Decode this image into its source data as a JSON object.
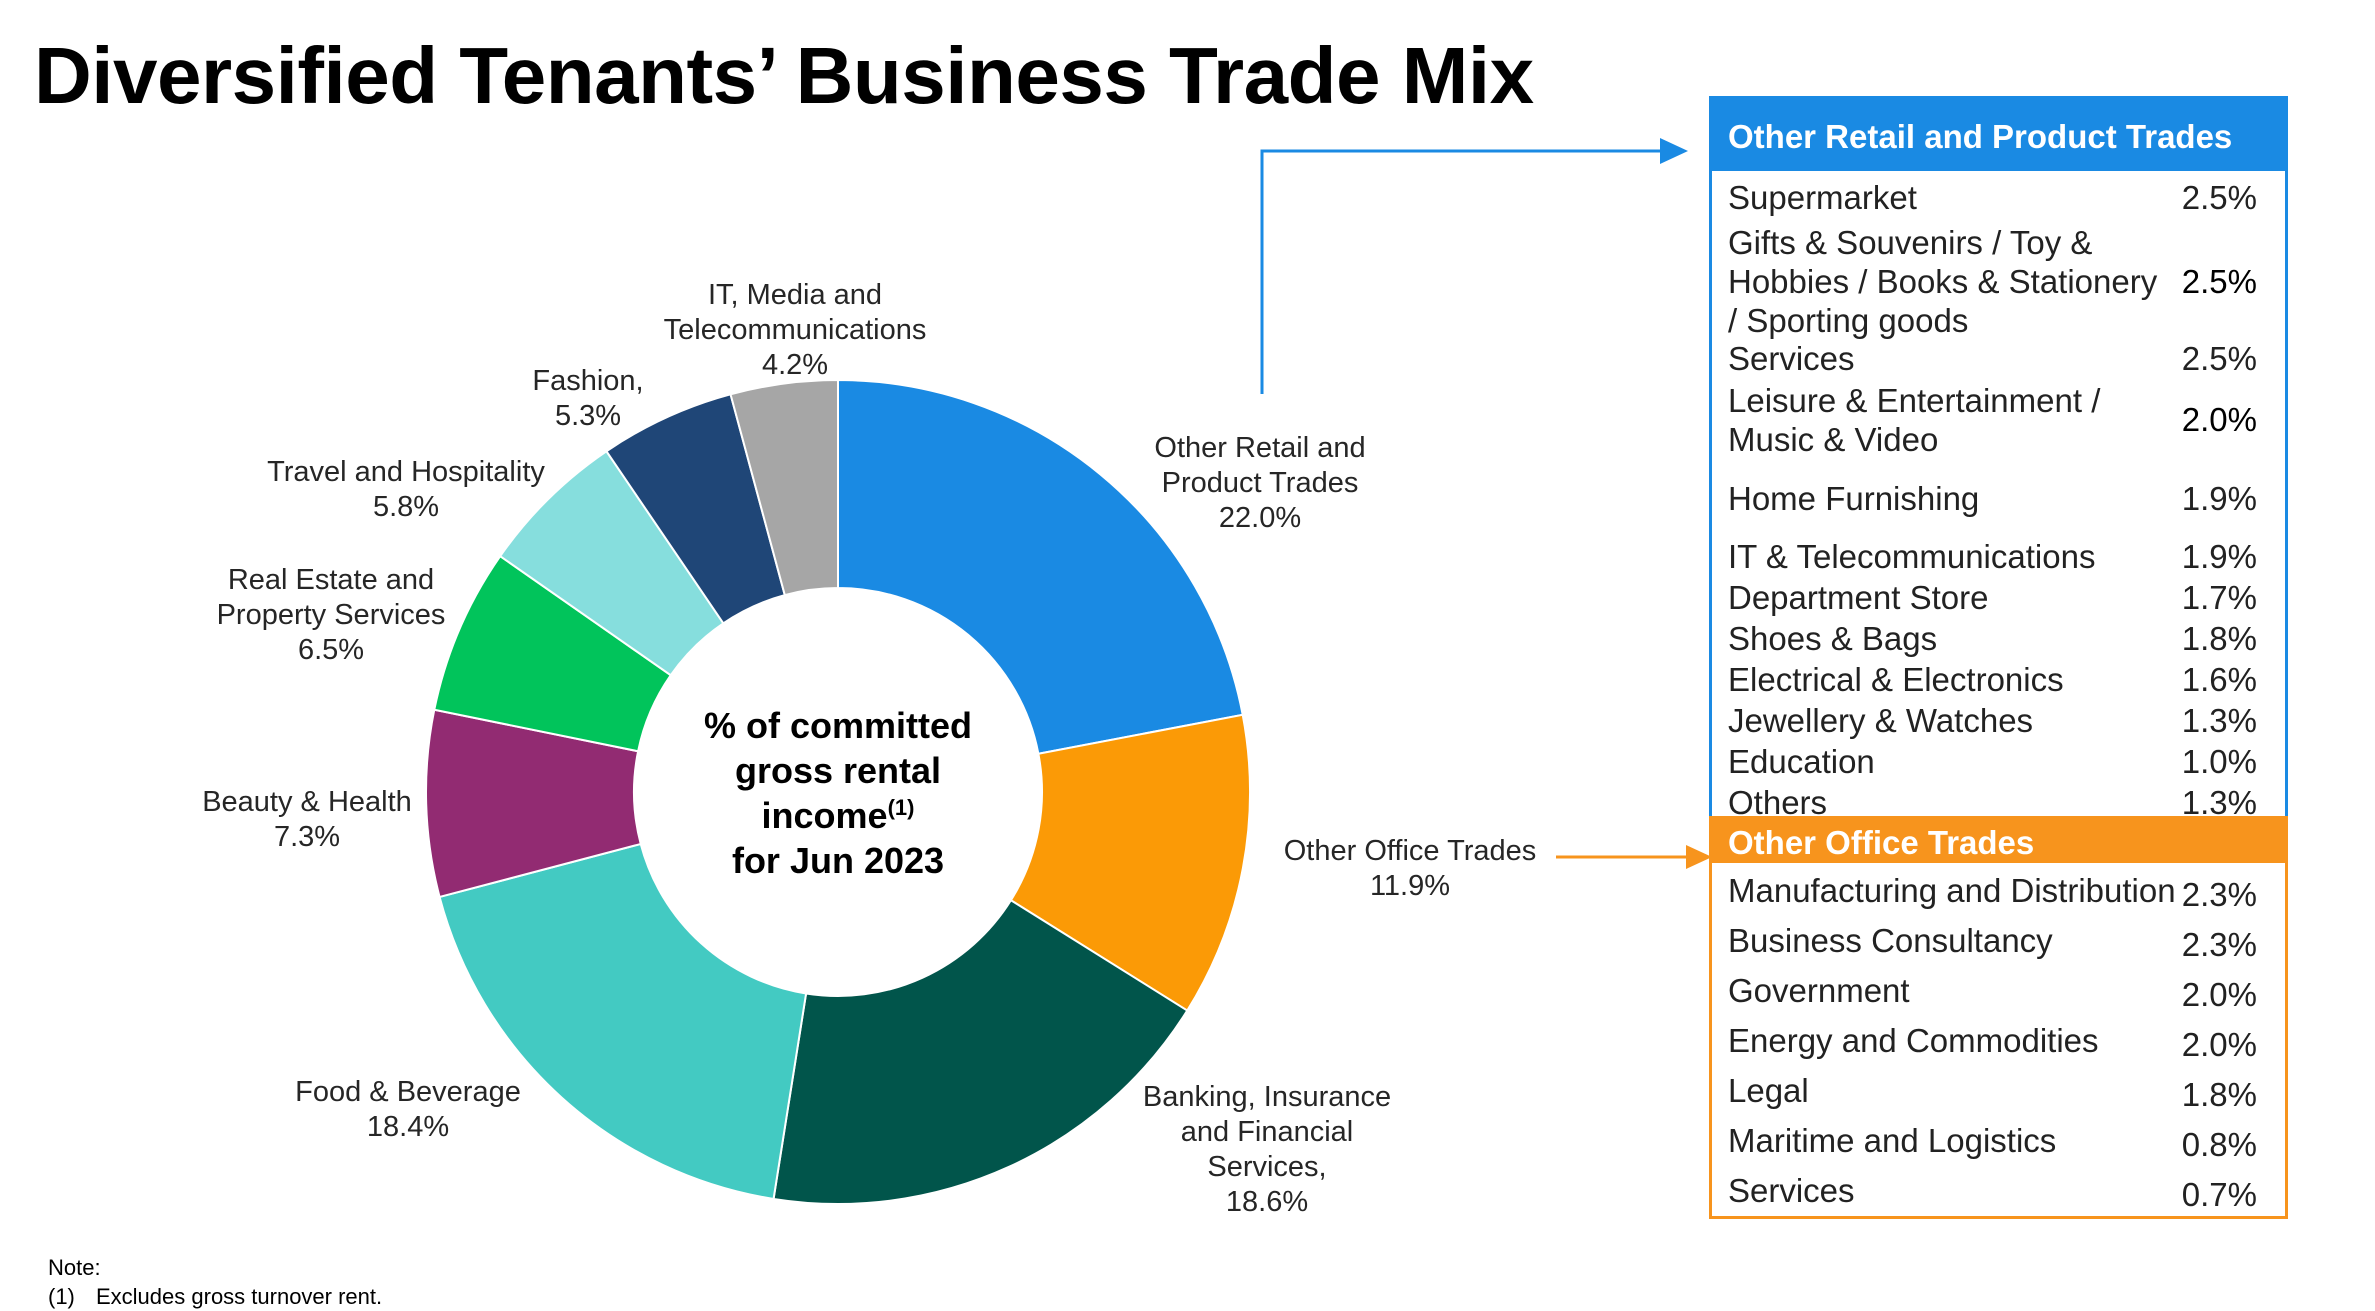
{
  "title": "Diversified Tenants’ Business Trade Mix",
  "chart_data": {
    "type": "pie",
    "donut": true,
    "center_text": [
      "% of committed",
      "gross rental",
      "income",
      "for Jun 2023"
    ],
    "center_superscript": "(1)",
    "slices": [
      {
        "label": [
          "Other Retail and",
          "Product Trades"
        ],
        "value_text": "22.0%",
        "value": 22.0,
        "color": "#1a8ae3"
      },
      {
        "label": [
          "Other Office Trades"
        ],
        "value_text": "11.9%",
        "value": 11.9,
        "color": "#fb9a06"
      },
      {
        "label": [
          "Banking, Insurance",
          "and Financial",
          "Services,"
        ],
        "value_text": "18.6%",
        "value": 18.6,
        "color": "#01554b"
      },
      {
        "label": [
          "Food & Beverage"
        ],
        "value_text": "18.4%",
        "value": 18.4,
        "color": "#43cac2"
      },
      {
        "label": [
          "Beauty & Health"
        ],
        "value_text": "7.3%",
        "value": 7.3,
        "color": "#922b72"
      },
      {
        "label": [
          "Real Estate and",
          "Property Services"
        ],
        "value_text": "6.5%",
        "value": 6.5,
        "color": "#01c45b"
      },
      {
        "label": [
          "Travel and Hospitality"
        ],
        "value_text": "5.8%",
        "value": 5.8,
        "color": "#86dedd"
      },
      {
        "label": [
          "Fashion,"
        ],
        "value_text": "5.3%",
        "value": 5.3,
        "color": "#1f4677"
      },
      {
        "label": [
          "IT, Media and",
          "Telecommunications"
        ],
        "value_text": "4.2%",
        "value": 4.2,
        "color": "#a6a6a6"
      }
    ]
  },
  "retail_panel": {
    "header": "Other Retail and Product Trades",
    "color": "#1a8ae3",
    "rows": [
      {
        "label": "Supermarket",
        "value": "2.5%"
      },
      {
        "label": "Gifts & Souvenirs / Toy & Hobbies / Books & Stationery / Sporting goods",
        "value": "2.5%"
      },
      {
        "label": "Services",
        "value": "2.5%"
      },
      {
        "label": "Leisure & Entertainment / Music & Video",
        "value": "2.0%"
      },
      {
        "label": "Home Furnishing",
        "value": "1.9%"
      },
      {
        "label": "IT & Telecommunications",
        "value": "1.9%"
      },
      {
        "label": "Department Store",
        "value": "1.7%"
      },
      {
        "label": "Shoes & Bags",
        "value": "1.8%"
      },
      {
        "label": "Electrical & Electronics",
        "value": "1.6%"
      },
      {
        "label": "Jewellery & Watches",
        "value": "1.3%"
      },
      {
        "label": "Education",
        "value": "1.0%"
      },
      {
        "label": "Others",
        "value": "1.3%"
      }
    ]
  },
  "office_panel": {
    "header": "Other Office Trades",
    "color": "#f7941d",
    "rows": [
      {
        "label": "Manufacturing and Distribution",
        "value": "2.3%"
      },
      {
        "label": "Business Consultancy",
        "value": "2.3%"
      },
      {
        "label": "Government",
        "value": "2.0%"
      },
      {
        "label": "Energy and Commodities",
        "value": "2.0%"
      },
      {
        "label": "Legal",
        "value": "1.8%"
      },
      {
        "label": "Maritime and Logistics",
        "value": "0.8%"
      },
      {
        "label": "Services",
        "value": "0.7%"
      }
    ]
  },
  "note": {
    "heading": "Note:",
    "items": [
      {
        "num": "(1)",
        "text": "Excludes gross turnover rent."
      }
    ]
  }
}
